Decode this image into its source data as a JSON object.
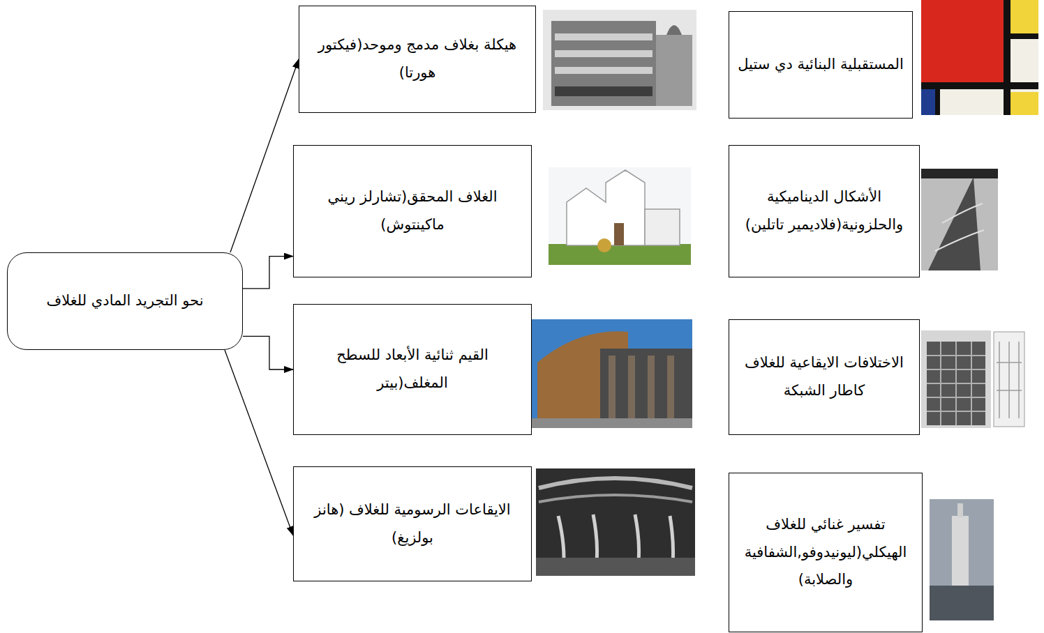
{
  "diagram": {
    "nodes": [
      {
        "text": [
          "نحو التجريد المادي للغلاف"
        ]
      },
      {
        "text": [
          "هيكلة بغلاف مدمج وموحد(فيكتور هورتا)"
        ]
      },
      {
        "text": [
          "الغلاف المحقق(تشارلز ريني ماكينتوش)"
        ]
      },
      {
        "text": [
          "القيم ثنائية الأبعاد للسطح المغلف(بيتر"
        ]
      },
      {
        "text": [
          "الايقاعات الرسومية للغلاف (هانز بولزيغ)"
        ]
      },
      {
        "text": [
          "المستقبلية البنائية دي ستيل"
        ]
      },
      {
        "text": [
          "الأشكال الديناميكية والحلزونية(فلاديمير تاتلين)"
        ]
      },
      {
        "text": [
          "الاختلافات الايقاعية للغلاف كاطار الشبكة"
        ]
      },
      {
        "text": [
          "تفسير غنائي للغلاف الهيكلي(ليونيدوفو,الشفافية والصلابة)"
        ]
      }
    ],
    "edges": [
      {
        "from": 0,
        "to": 1,
        "arrow": "to"
      },
      {
        "from": 0,
        "to": 2,
        "arrow": "to"
      },
      {
        "from": 0,
        "to": 3,
        "arrow": "to"
      },
      {
        "from": 0,
        "to": 4,
        "arrow": "to"
      }
    ]
  }
}
